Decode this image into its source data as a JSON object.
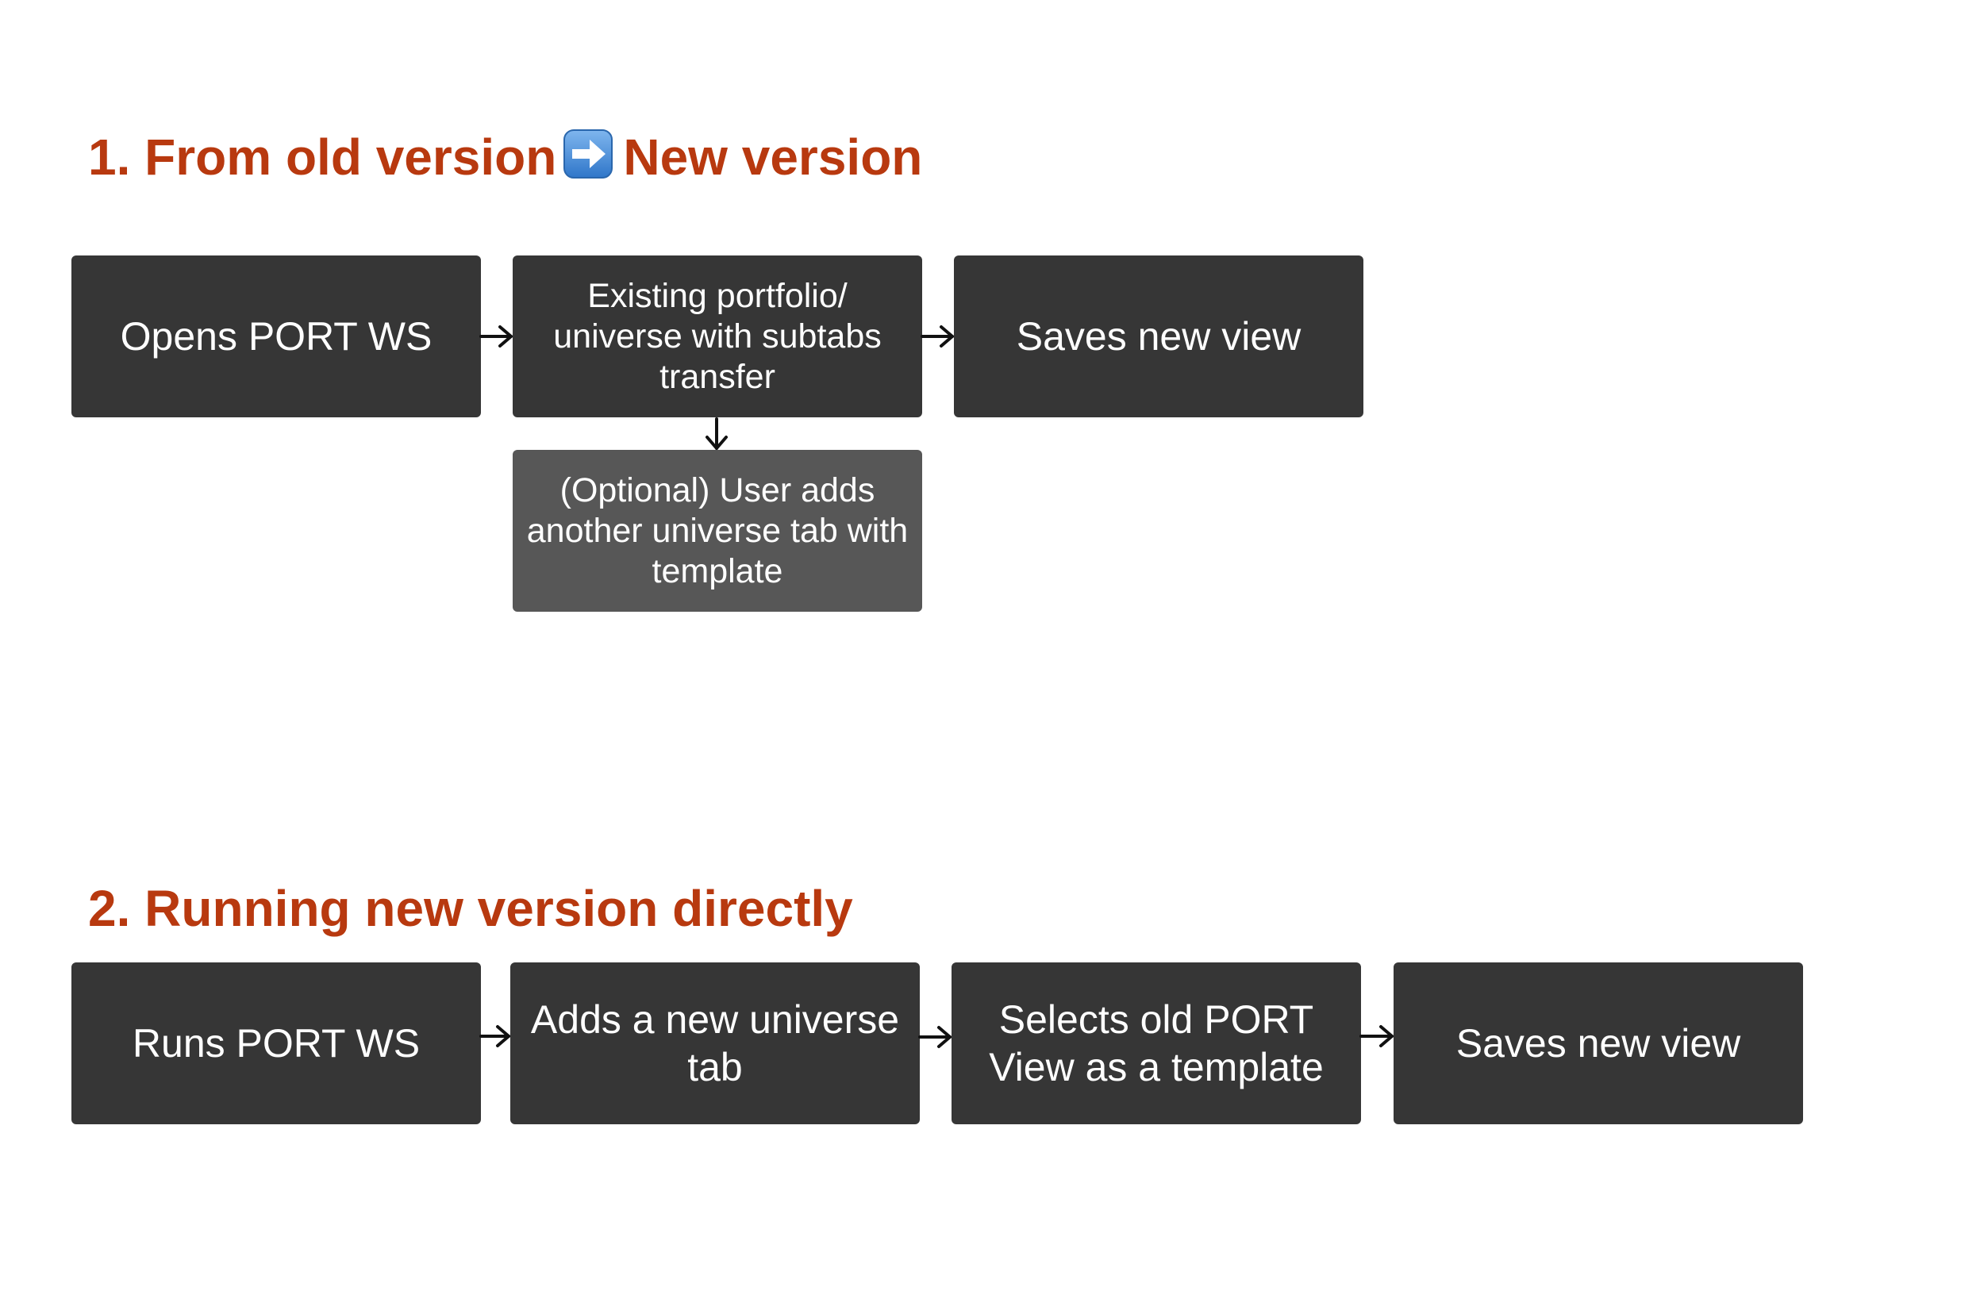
{
  "section1": {
    "title_prefix": "1. From old version",
    "title_suffix": "New version",
    "separator_icon": "right-arrow-emoji-icon",
    "steps": {
      "opens": "Opens PORT WS",
      "existing": "Existing portfolio/ universe with subtabs transfer",
      "saves": "Saves new view",
      "optional": "(Optional) User adds another universe tab with template"
    }
  },
  "section2": {
    "title": "2. Running new version directly",
    "steps": {
      "runs": "Runs PORT WS",
      "adds": "Adds a new universe tab",
      "selects": "Selects old PORT View as a template",
      "saves": "Saves new view"
    }
  },
  "colors": {
    "heading": "#b8390f",
    "box": "#363636",
    "optional_box": "#575757",
    "box_text": "#ffffff",
    "emoji_bg": "#4a90d9"
  }
}
